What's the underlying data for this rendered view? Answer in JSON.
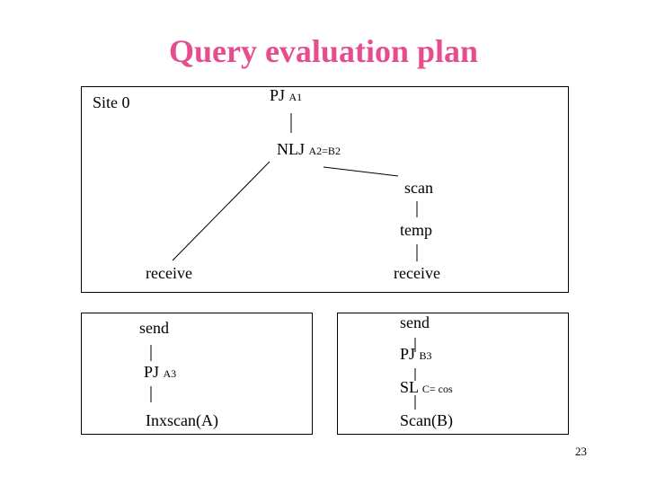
{
  "title": "Query evaluation plan",
  "site0": {
    "label": "Site 0",
    "pj": "PJ",
    "pj_sub": "A1",
    "nlj": "NLJ",
    "nlj_sub": "A2=B2",
    "scan": "scan",
    "temp": "temp",
    "receive_left": "receive",
    "receive_right": "receive"
  },
  "left_site": {
    "send": "send",
    "pj": "PJ",
    "pj_sub": "A3",
    "scan": "Inxscan(A)"
  },
  "right_site": {
    "send": "send",
    "pj": "PJ",
    "pj_sub": "B3",
    "sl": "SL",
    "sl_sub": "C= cos",
    "scan": "Scan(B)"
  },
  "page_number": "23",
  "colors": {
    "title": "#e64d8f",
    "lines": "#000000"
  }
}
